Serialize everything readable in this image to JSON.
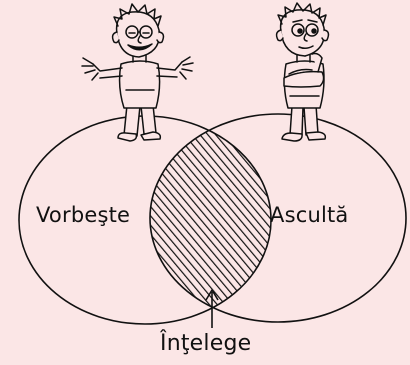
{
  "diagram": {
    "left_circle_label": "Vorbeşte",
    "right_circle_label": "Ascultă",
    "intersection_label": "Înţelege"
  },
  "colors": {
    "background": "#fbe6e6",
    "ink": "#111111"
  },
  "figures": {
    "left": "speaking-person-icon",
    "right": "listening-person-icon"
  }
}
